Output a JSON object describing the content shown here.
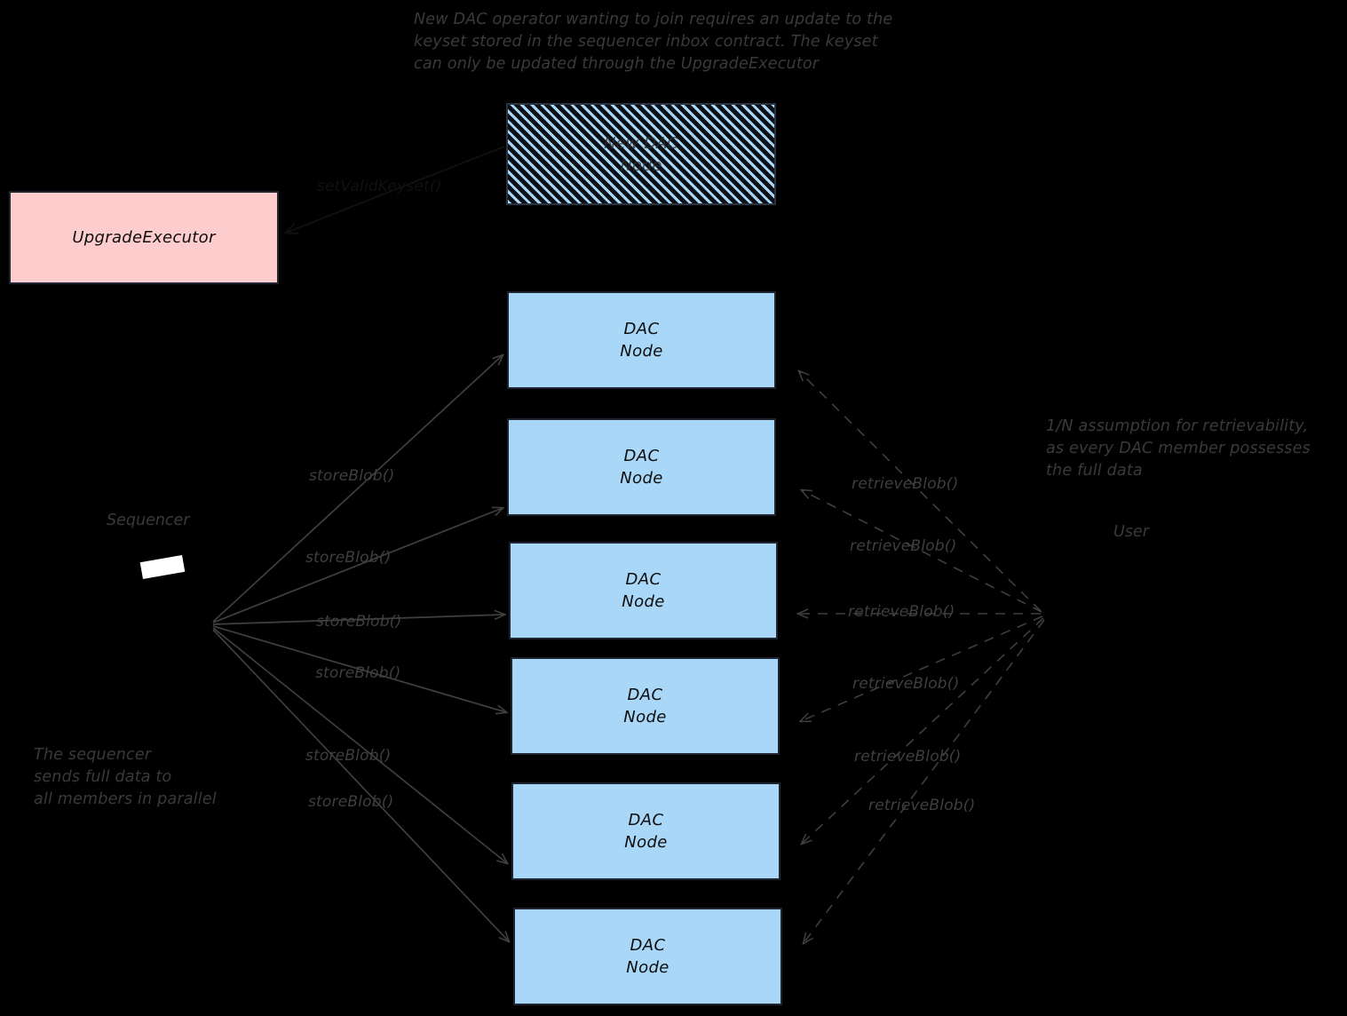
{
  "diagram": {
    "title_note": "New DAC operator wanting to join requires an update to the\nkeyset stored in the sequencer inbox contract. The keyset\ncan only be updated through the UpgradeExecutor",
    "bottom_left_note": "The sequencer\nsends full data to\nall members in parallel",
    "right_note": "1/N assumption for retrievability,\nas every DAC member possesses\nthe full data",
    "colors": {
      "background": "#000000",
      "node_fill": "#a9d7f8",
      "node_stroke": "#1f2430",
      "upgrade_fill": "#fdcdcd",
      "edge_stroke": "#3f3f3f",
      "text": "#0d0d0d",
      "note_text": "#3a3a3a"
    }
  },
  "actors": {
    "sequencer_label": "Sequencer",
    "user_label": "User"
  },
  "boxes": {
    "upgrade_executor": {
      "label": "UpgradeExecutor"
    },
    "new_dac_node": {
      "line1": "New DAC",
      "line2": "Node"
    },
    "dac_nodes": [
      {
        "line1": "DAC",
        "line2": "Node"
      },
      {
        "line1": "DAC",
        "line2": "Node"
      },
      {
        "line1": "DAC",
        "line2": "Node"
      },
      {
        "line1": "DAC",
        "line2": "Node"
      },
      {
        "line1": "DAC",
        "line2": "Node"
      },
      {
        "line1": "DAC",
        "line2": "Node"
      }
    ]
  },
  "edges": {
    "set_valid_keyset": "setValidKeyset()",
    "store_blob": [
      "storeBlob()",
      "storeBlob()",
      "storeBlob()",
      "storeBlob()",
      "storeBlob()",
      "storeBlob()"
    ],
    "retrieve_blob": [
      "retrieveBlob()",
      "retrieveBlob()",
      "retrieveBlob()",
      "retrieveBlob()",
      "retrieveBlob()",
      "retrieveBlob()"
    ]
  }
}
